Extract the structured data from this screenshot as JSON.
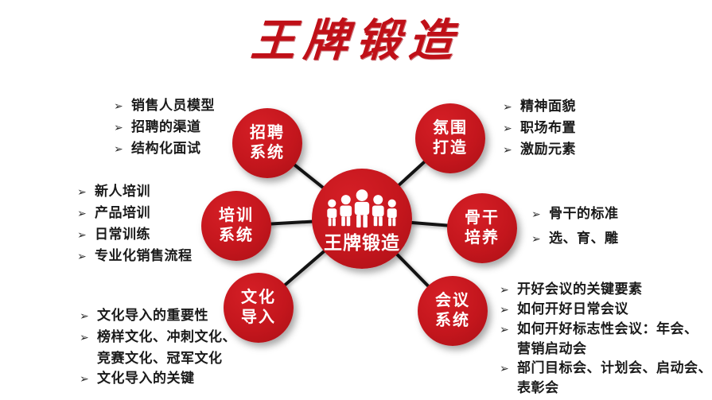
{
  "colors": {
    "red": "#c4161d",
    "red_dark": "#ab1016",
    "title_red": "#c01018",
    "line": "#141414",
    "text": "#1a1a1a",
    "bg": "#ffffff"
  },
  "bullet": "➢",
  "title": "王牌锻造",
  "center_node": {
    "label": "王牌锻造",
    "icon": "people-group-icon"
  },
  "nodes": {
    "recruitment": {
      "line1": "招聘",
      "line2": "系统"
    },
    "training": {
      "line1": "培训",
      "line2": "系统"
    },
    "culture": {
      "line1": "文化",
      "line2": "导入"
    },
    "atmosphere": {
      "line1": "氛围",
      "line2": "打造"
    },
    "backbone": {
      "line1": "骨干",
      "line2": "培养"
    },
    "meeting": {
      "line1": "会议",
      "line2": "系统"
    }
  },
  "lists": {
    "recruitment": {
      "lines": [
        {
          "text": "销售人员模型"
        },
        {
          "text": "招聘的渠道"
        },
        {
          "text": "结构化面试"
        }
      ]
    },
    "training": {
      "lines": [
        {
          "text": "新人培训"
        },
        {
          "text": "产品培训"
        },
        {
          "text": "日常训练"
        },
        {
          "text": "专业化销售流程"
        }
      ]
    },
    "culture": {
      "lines": [
        {
          "text": "文化导入的重要性"
        },
        {
          "text": "榜样文化、冲刺文化、"
        },
        {
          "text": "竞赛文化、冠军文化",
          "cont": true
        },
        {
          "text": "文化导入的关键"
        }
      ]
    },
    "atmosphere": {
      "lines": [
        {
          "text": "精神面貌"
        },
        {
          "text": "职场布置"
        },
        {
          "text": "激励元素"
        }
      ]
    },
    "backbone": {
      "lines": [
        {
          "text": "骨干的标准"
        },
        {
          "text": "选、育、雕"
        }
      ]
    },
    "meeting": {
      "lines": [
        {
          "text": "开好会议的关键要素"
        },
        {
          "text": "如何开好日常会议"
        },
        {
          "text": "如何开好标志性会议：年会、"
        },
        {
          "text": "营销启动会",
          "cont": true
        },
        {
          "text": "部门目标会、计划会、启动会、"
        },
        {
          "text": "表彰会",
          "cont": true
        }
      ]
    }
  }
}
